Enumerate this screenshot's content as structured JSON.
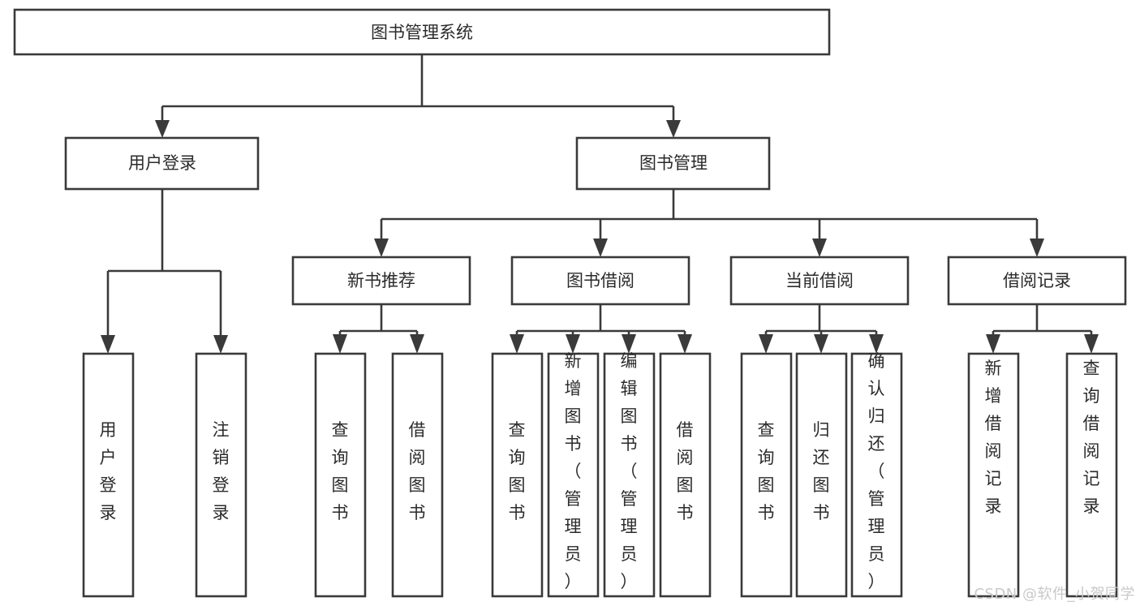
{
  "diagram": {
    "type": "tree-hierarchy",
    "title": "图书管理系统",
    "watermark": "CSDN @软件_小贺同学",
    "colors": {
      "stroke": "#3a3a3a",
      "fill": "#ffffff",
      "text": "#2b2b2b",
      "watermark": "#c9c9c9"
    },
    "root": {
      "label": "图书管理系统"
    },
    "level1": [
      {
        "label": "用户登录"
      },
      {
        "label": "图书管理"
      }
    ],
    "level2": [
      {
        "label": "新书推荐"
      },
      {
        "label": "图书借阅"
      },
      {
        "label": "当前借阅"
      },
      {
        "label": "借阅记录"
      }
    ],
    "leaves": {
      "user_login": [
        {
          "label": "用户登录"
        },
        {
          "label": "注销登录"
        }
      ],
      "new_book_recommend": [
        {
          "label": "查询图书"
        },
        {
          "label": "借阅图书"
        }
      ],
      "book_borrow": [
        {
          "label": "查询图书"
        },
        {
          "label": "新增图书（管理员）"
        },
        {
          "label": "编辑图书（管理员）"
        },
        {
          "label": "借阅图书"
        }
      ],
      "current_borrow": [
        {
          "label": "查询图书"
        },
        {
          "label": "归还图书"
        },
        {
          "label": "确认归还（管理员）"
        }
      ],
      "borrow_record": [
        {
          "label": "新增借阅记录"
        },
        {
          "label": "查询借阅记录"
        }
      ]
    }
  }
}
